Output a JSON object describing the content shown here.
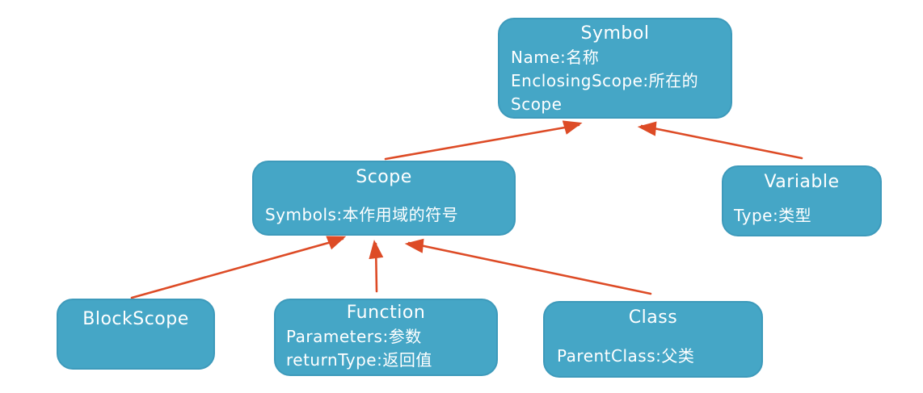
{
  "colors": {
    "background": "#ffffff",
    "node_fill": "#45a6c6",
    "node_border": "#3d9abb",
    "node_text": "#ffffff",
    "arrow": "#dd4b26"
  },
  "nodes": {
    "symbol": {
      "title": "Symbol",
      "line1": "Name:名称",
      "line2": "EnclosingScope:所在的",
      "line3": "Scope"
    },
    "scope": {
      "title": "Scope",
      "line1": "Symbols:本作用域的符号"
    },
    "variable": {
      "title": "Variable",
      "line1": "Type:类型"
    },
    "blockscope": {
      "title": "BlockScope"
    },
    "function": {
      "title": "Function",
      "line1": "Parameters:参数",
      "line2": "returnType:返回值"
    },
    "class": {
      "title": "Class",
      "line1": "ParentClass:父类"
    }
  },
  "edges": [
    {
      "from": "Scope",
      "to": "Symbol"
    },
    {
      "from": "Variable",
      "to": "Symbol"
    },
    {
      "from": "BlockScope",
      "to": "Scope"
    },
    {
      "from": "Function",
      "to": "Scope"
    },
    {
      "from": "Class",
      "to": "Scope"
    }
  ]
}
